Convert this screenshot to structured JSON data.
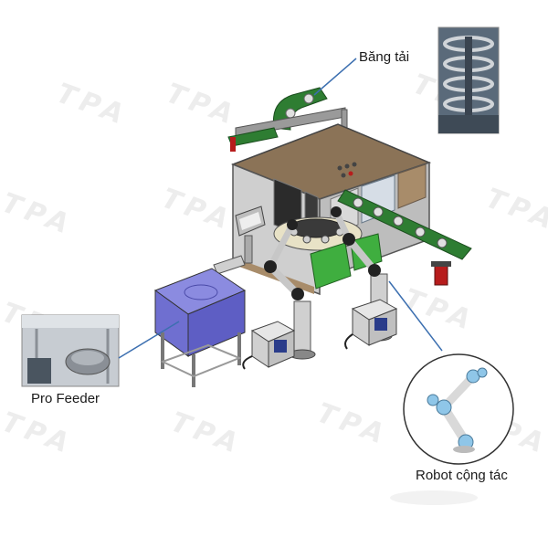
{
  "labels": {
    "conveyor": "Băng tải",
    "pro_feeder": "Pro Feeder",
    "robot": "Robot cộng tác"
  },
  "watermark": {
    "text": "TPA"
  },
  "colors": {
    "frame": "#8a8a8a",
    "cabinet_top": "#8b7357",
    "panel_brown": "#a88c6a",
    "conveyor_green": "#2e7d32",
    "feeder_blue": "#6f6fd0",
    "bin_green": "#3fae3f",
    "leader_line": "#3c6fb0",
    "robot_joint": "#8fc6e8"
  }
}
